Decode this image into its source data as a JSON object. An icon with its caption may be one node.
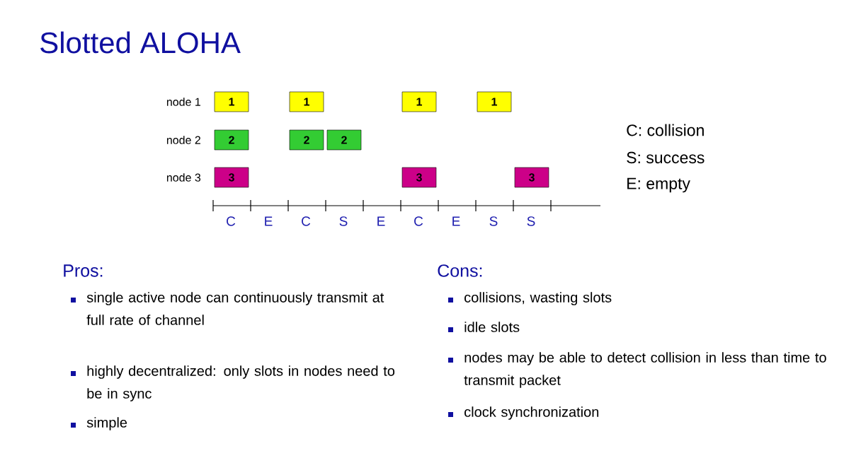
{
  "diagram": {
    "title": "Slotted ALOHA",
    "nodes": [
      {
        "text": [
          "1"
        ]
      },
      {
        "text": [
          "1"
        ]
      },
      {
        "text": [
          "1"
        ]
      },
      {
        "text": [
          "1"
        ]
      },
      {
        "text": [
          "2"
        ]
      },
      {
        "text": [
          "2"
        ]
      },
      {
        "text": [
          "2"
        ]
      },
      {
        "text": [
          "3"
        ]
      },
      {
        "text": [
          "3"
        ]
      },
      {
        "text": [
          "3"
        ]
      }
    ],
    "labels": [
      "node 1",
      "node 2",
      "node 3",
      "C",
      "E",
      "C",
      "S",
      "E",
      "C",
      "E",
      "S",
      "S",
      "C: collision",
      "S: success",
      "E: empty",
      "Pros:",
      "single active node can continuously transmit at full rate of channel",
      "highly decentralized: only slots in nodes need to be in sync",
      "simple",
      "Cons:",
      "collisions, wasting slots",
      "idle slots",
      "nodes may be able to detect collision in less than time to transmit packet",
      "clock synchronization"
    ]
  }
}
